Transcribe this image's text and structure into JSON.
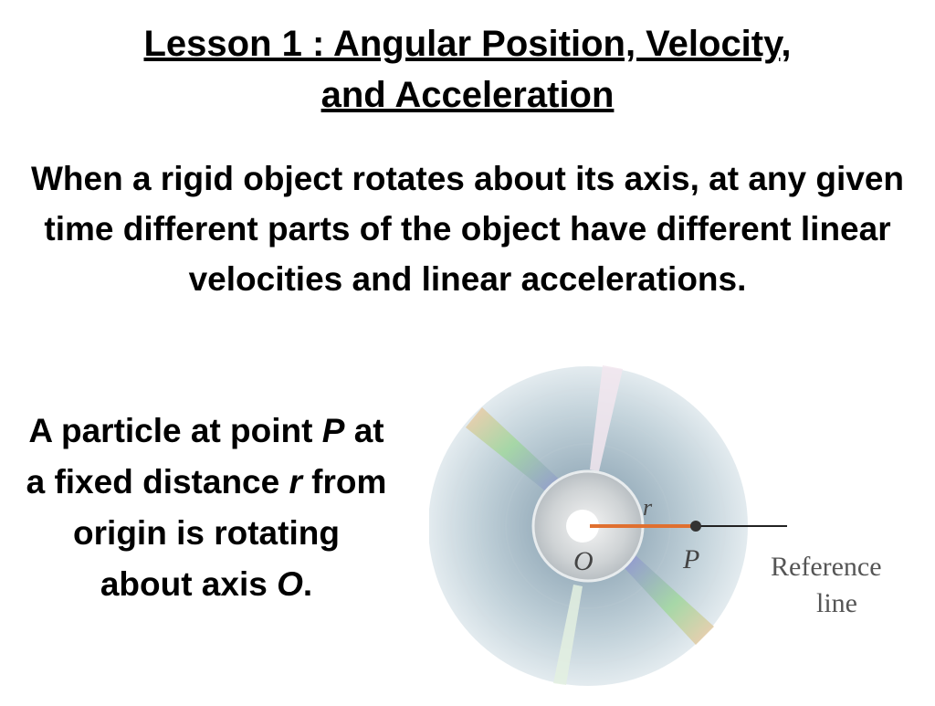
{
  "title": {
    "line1": "Lesson 1 : Angular Position, Velocity,",
    "line2": "and Acceleration"
  },
  "intro": "When a rigid object rotates about its axis, at any given time different parts of the object have different linear velocities and linear accelerations.",
  "side_text": {
    "part1": "A particle at point ",
    "P": "P",
    "part2": " at a fixed distance ",
    "r": "r",
    "part3": " from origin is rotating about axis ",
    "O": "O",
    "part4": "."
  },
  "figure": {
    "label_r": "r",
    "label_O": "O",
    "label_P": "P",
    "reference_line1": "Reference",
    "reference_line2": "line",
    "colors": {
      "disc_outer": "#dfe8ec",
      "disc_mid": "#a9bcc8",
      "hub": "#c8ccce",
      "radius_line": "#e07030",
      "point": "#333333"
    }
  }
}
